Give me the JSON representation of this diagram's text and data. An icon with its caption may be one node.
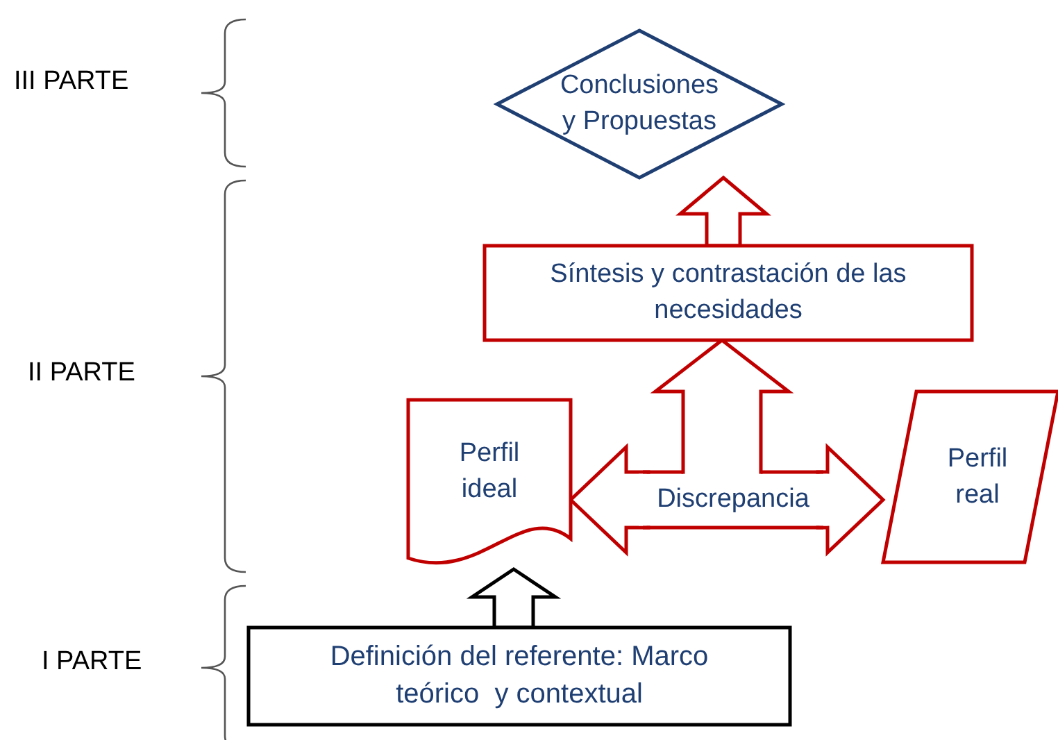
{
  "diagram": {
    "nodes": [
      {
        "text": [
          "Conclusiones y Propuestas"
        ]
      },
      {
        "text": [
          "Síntesis y contrastación de las necesidades"
        ]
      },
      {
        "text": [
          "Perfil ideal"
        ]
      },
      {
        "text": [
          "Discrepancia"
        ]
      },
      {
        "text": [
          "Perfil real"
        ]
      },
      {
        "text": [
          "Definición del referente: Marco teórico  y contextual"
        ]
      }
    ],
    "edges": [
      {
        "from": 5,
        "to": 2,
        "arrow": "to",
        "color": "#000000"
      },
      {
        "from": 1,
        "to": 0,
        "arrow": "to"
      },
      {
        "from": 3,
        "to": 2,
        "arrow": "to"
      },
      {
        "from": 3,
        "to": 4,
        "arrow": "to"
      },
      {
        "from": 3,
        "to": 1,
        "arrow": "to"
      }
    ],
    "labels": [
      "III PARTE",
      "II PARTE",
      "I PARTE"
    ]
  }
}
